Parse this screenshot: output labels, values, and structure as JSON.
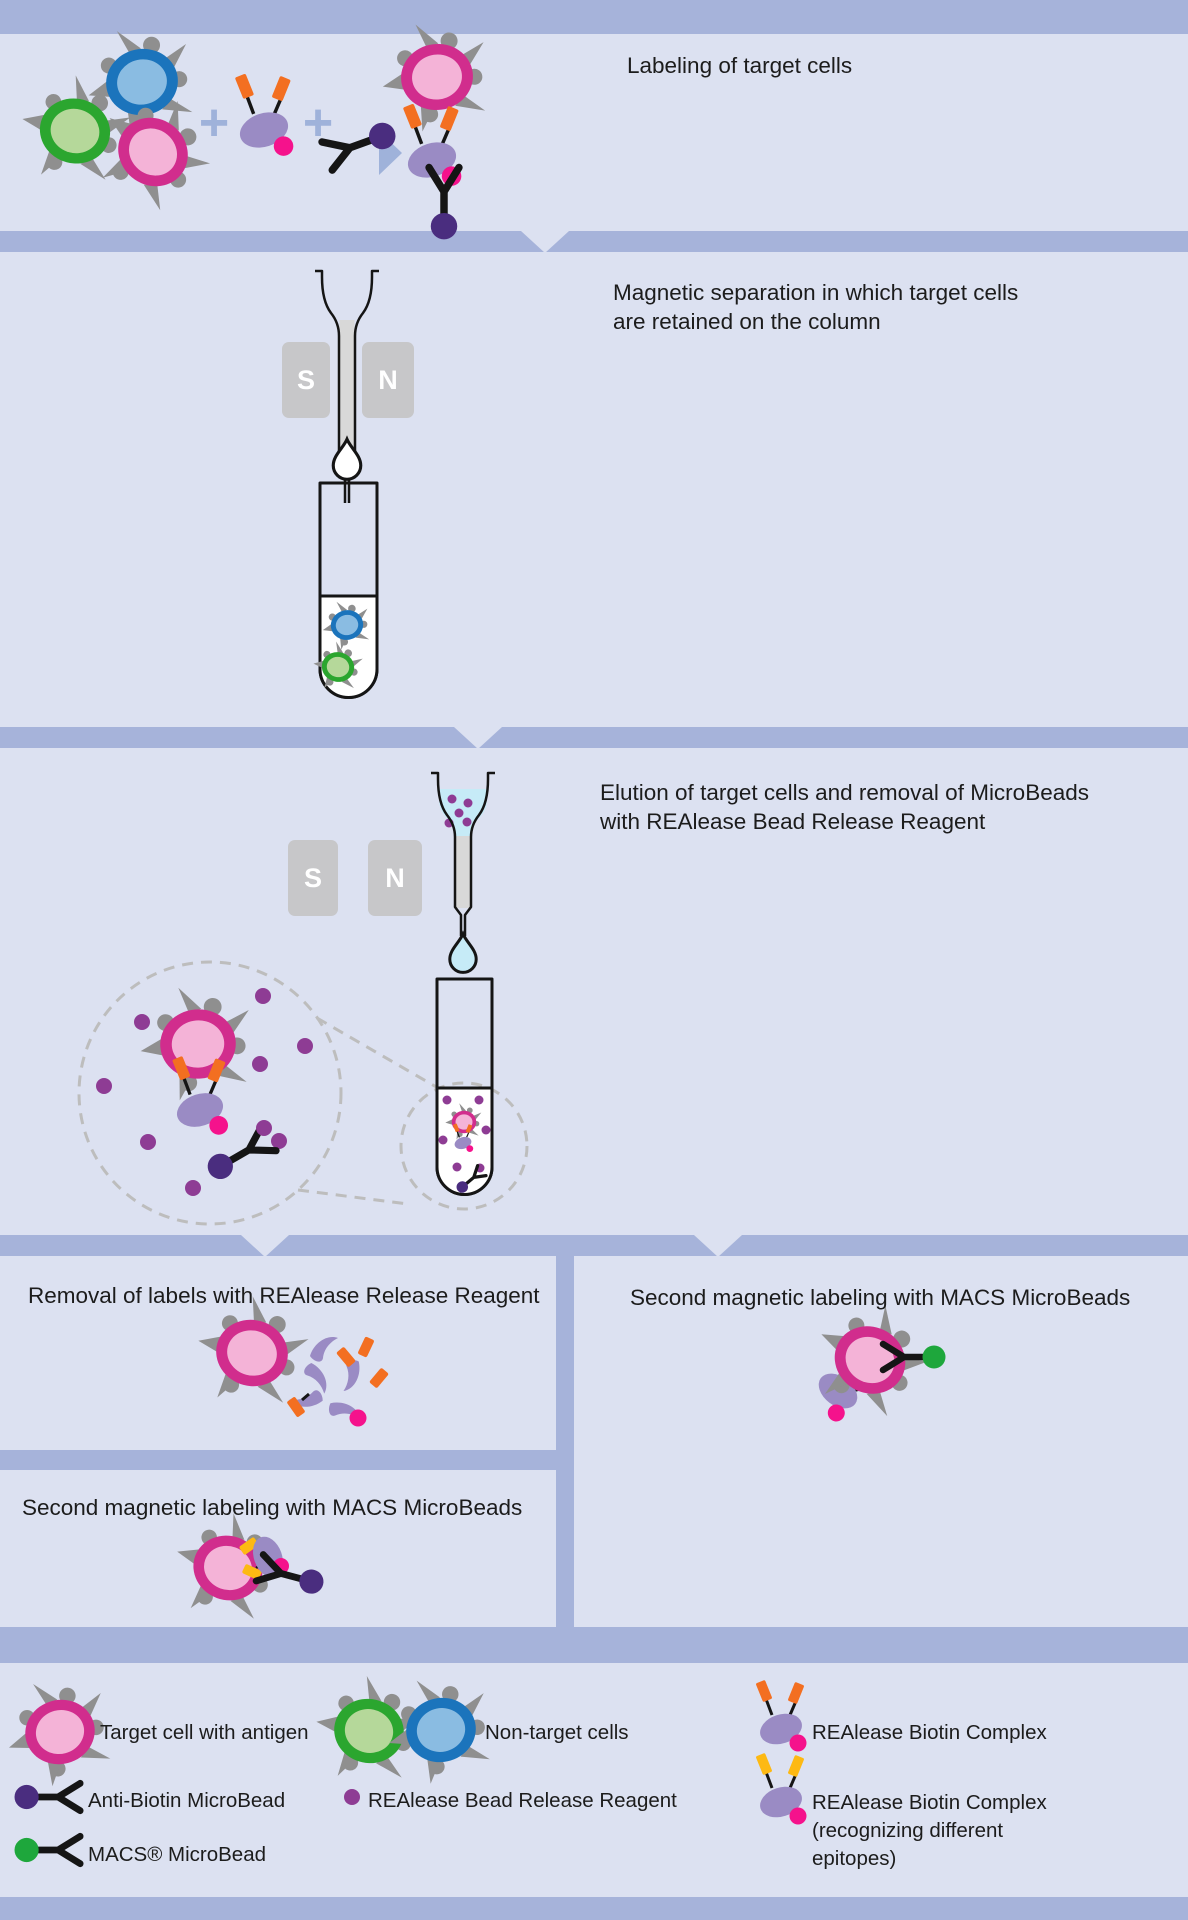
{
  "colors": {
    "background": "#dce1f1",
    "band_blue": "#a6b3da",
    "accent_blue": "#9fb2da",
    "text": "#1c1c1c",
    "magnet_gray": "#c7c7c9",
    "column_gray": "#d8d8d8",
    "outline_black": "#151515",
    "cell_gray": "#8f8f8f",
    "target_cell_ring": "#d12d8d",
    "target_cell_inner": "#f4b3d7",
    "nontarget_green_ring": "#2ba62f",
    "nontarget_green_inner": "#b5d89a",
    "nontarget_blue_ring": "#1b74bc",
    "nontarget_blue_inner": "#8abce2",
    "complex_body_purple": "#9a8bc4",
    "complex_antenna_orange": "#f36f21",
    "complex_antenna_yellow": "#fdb913",
    "biotin_dot_pink": "#f5128c",
    "antibiotin_ball_purple": "#4a2d7f",
    "macs_ball_green": "#1ea73c",
    "release_dot_purple": "#8e3c94",
    "liquid_cyan": "#c6ebf7",
    "liquid_white": "#ffffff",
    "dashed_gray": "#bdbdbd"
  },
  "operators": {
    "plus": "+"
  },
  "panels": {
    "labeling": {
      "title": "Labeling of target cells"
    },
    "separation": {
      "title_line1": "Magnetic separation in which target cells",
      "title_line2": "are retained on the column",
      "magnet_south": "S",
      "magnet_north": "N"
    },
    "elution": {
      "title_line1": "Elution of target cells and removal of MicroBeads",
      "title_line2": "with REAlease Bead Release Reagent",
      "magnet_south": "S",
      "magnet_north": "N"
    },
    "removal": {
      "title": "Removal of labels with REAlease Release Reagent"
    },
    "second_labeling_left": {
      "title": "Second magnetic labeling with MACS MicroBeads"
    },
    "second_labeling_right": {
      "title": "Second magnetic labeling with MACS MicroBeads"
    }
  },
  "legend": {
    "target_cell": "Target cell with antigen",
    "non_target_cells": "Non-target cells",
    "realease_biotin_complex": "REAlease Biotin Complex",
    "anti_biotin_microbead": "Anti-Biotin MicroBead",
    "bead_release_reagent": "REAlease Bead Release Reagent",
    "realease_biotin_complex2_line1": "REAlease Biotin Complex",
    "realease_biotin_complex2_line2": "(recognizing different",
    "realease_biotin_complex2_line3": "epitopes)",
    "macs_microbead": "MACS® MicroBead"
  }
}
